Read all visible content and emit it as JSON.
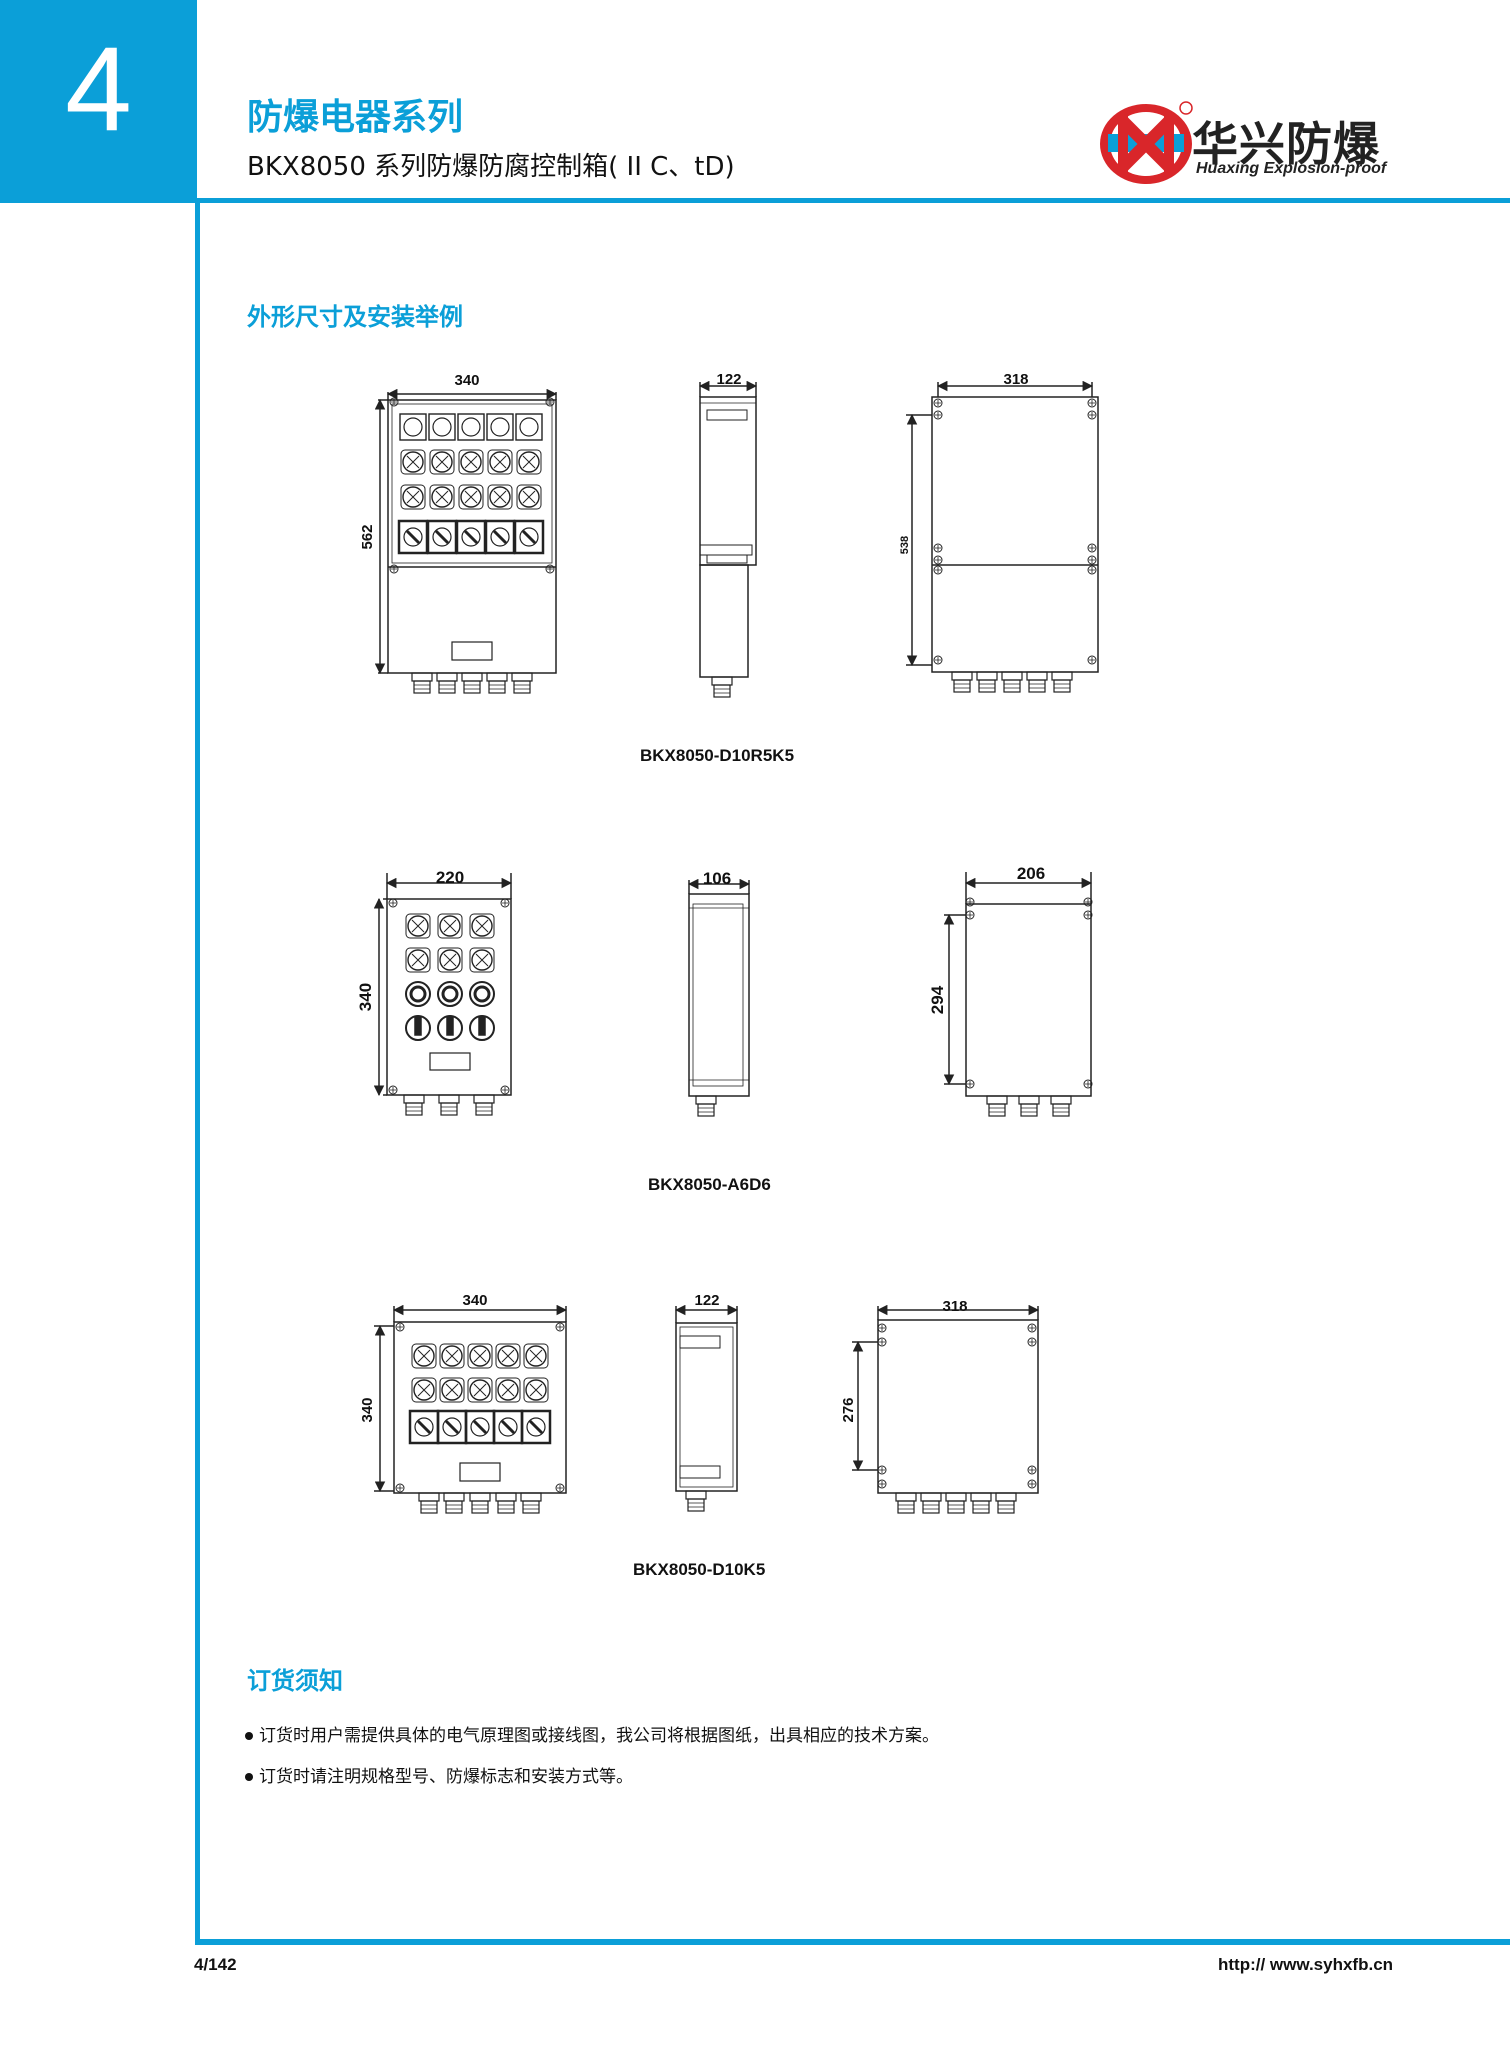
{
  "header": {
    "chapter_number": "4",
    "series_title": "防爆电器系列",
    "product_title": "BKX8050 系列防爆防腐控制箱( II C、tD)",
    "logo": {
      "name_cn": "华兴防爆",
      "name_en": "Huaxing Explosion-proof",
      "mark": "R",
      "brand_color": "#d9262a"
    }
  },
  "accent_color": "#0b9fd8",
  "section_dimensions": {
    "heading": "外形尺寸及安装举例"
  },
  "drawings": [
    {
      "model": "BKX8050-D10R5K5",
      "front": {
        "width": "340",
        "height": "562"
      },
      "side": {
        "depth": "122"
      },
      "back": {
        "width": "318",
        "height": "538"
      }
    },
    {
      "model": "BKX8050-A6D6",
      "front": {
        "width": "220",
        "height": "340"
      },
      "side": {
        "depth": "106"
      },
      "back": {
        "width": "206",
        "height": "294"
      }
    },
    {
      "model": "BKX8050-D10K5",
      "front": {
        "width": "340",
        "height": "340"
      },
      "side": {
        "depth": "122"
      },
      "back": {
        "width": "318",
        "height": "276"
      }
    }
  ],
  "section_ordering": {
    "heading": "订货须知",
    "items": [
      "订货时用户需提供具体的电气原理图或接线图，我公司将根据图纸，出具相应的技术方案。",
      "订货时请注明规格型号、防爆标志和安装方式等。"
    ]
  },
  "footer": {
    "page": "4/142",
    "website": "http:// www.syhxfb.cn"
  }
}
